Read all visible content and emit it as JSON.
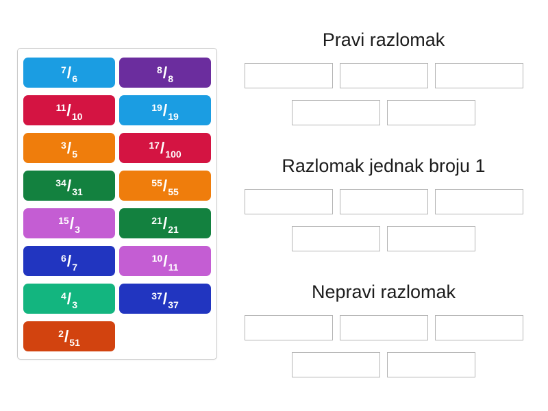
{
  "slash": "/",
  "tiles": [
    {
      "num": "7",
      "den": "6",
      "color": "#1b9de2"
    },
    {
      "num": "8",
      "den": "8",
      "color": "#6b2d9e"
    },
    {
      "num": "11",
      "den": "10",
      "color": "#d41442"
    },
    {
      "num": "19",
      "den": "19",
      "color": "#1b9de2"
    },
    {
      "num": "3",
      "den": "5",
      "color": "#ef7d0c"
    },
    {
      "num": "17",
      "den": "100",
      "color": "#d41442"
    },
    {
      "num": "34",
      "den": "31",
      "color": "#13813f"
    },
    {
      "num": "55",
      "den": "55",
      "color": "#ef7d0c"
    },
    {
      "num": "15",
      "den": "3",
      "color": "#c45dd3"
    },
    {
      "num": "21",
      "den": "21",
      "color": "#13813f"
    },
    {
      "num": "6",
      "den": "7",
      "color": "#2135c0"
    },
    {
      "num": "10",
      "den": "11",
      "color": "#c45dd3"
    },
    {
      "num": "4",
      "den": "3",
      "color": "#13b57f"
    },
    {
      "num": "37",
      "den": "37",
      "color": "#2135c0"
    },
    {
      "num": "2",
      "den": "51",
      "color": "#d2430f"
    }
  ],
  "groups": [
    {
      "title": "Pravi razlomak"
    },
    {
      "title": "Razlomak jednak broju 1"
    },
    {
      "title": "Nepravi razlomak"
    }
  ]
}
